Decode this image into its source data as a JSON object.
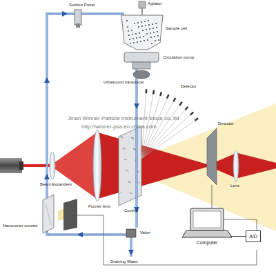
{
  "diagram": {
    "nodes": [
      {
        "text": [
          "Computer"
        ]
      },
      {
        "text": [
          "A/D"
        ]
      }
    ],
    "edges": [
      {
        "from": 1,
        "to": 0,
        "arrow": "none"
      }
    ],
    "labels": [
      "Suction Pump",
      "Agitator",
      "Sample cell",
      "Circulation pump",
      "Ultrasound transducer",
      "Detector",
      "Detector",
      "Beam Expanders",
      "Fourier lens",
      "Cuvette",
      "Lens",
      "Nanometer cuvette",
      "Valve",
      "Draining Water",
      "Jinan Winner Particle Instrument Stock co.,ltd",
      "http://winner-psa.en.china.com"
    ]
  }
}
